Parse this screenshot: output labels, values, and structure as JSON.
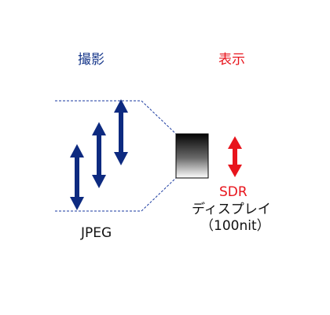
{
  "headers": {
    "capture": "撮影",
    "display": "表示"
  },
  "labels": {
    "jpeg": "JPEG",
    "sdr": "SDR",
    "display_device": "ディスプレイ",
    "nit": "（100nit）"
  },
  "colors": {
    "navy": "#0d2a80",
    "red": "#e8141c",
    "dash": "#1a3aa0"
  }
}
